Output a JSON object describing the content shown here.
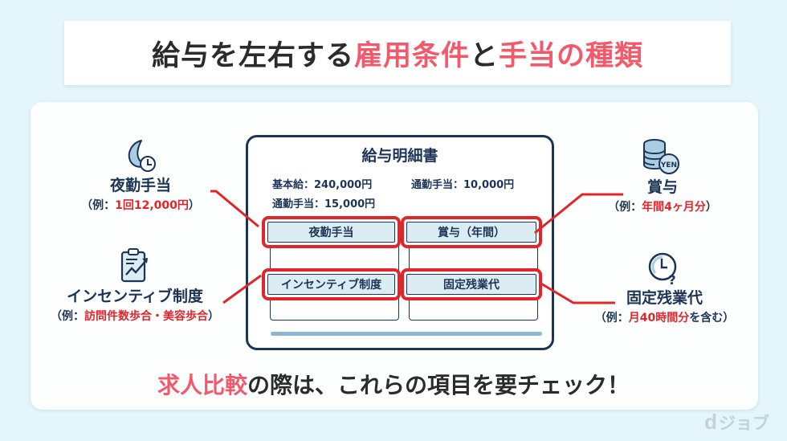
{
  "title": {
    "part1": "給与を左右する",
    "highlight1": "雇用条件",
    "part2": "と",
    "highlight2": "手当の種類"
  },
  "payslip": {
    "title": "給与明細書",
    "lines": [
      "基本給：240,000円",
      "通勤手当：10,000円",
      "通勤手当：15,000円"
    ],
    "items": [
      "夜勤手当",
      "賞与（年間）",
      "インセンティブ制度",
      "固定残業代"
    ]
  },
  "side_items": [
    {
      "icon": "moon-clock-icon",
      "label": "夜勤手当",
      "example_prefix": "（例：",
      "example_highlight": "1回12,000円",
      "example_suffix": "）"
    },
    {
      "icon": "clipboard-chart-icon",
      "label": "インセンティブ制度",
      "example_prefix": "（例：",
      "example_highlight": "訪問件数歩合・美容歩合",
      "example_suffix": "）"
    },
    {
      "icon": "yen-coins-icon",
      "label": "賞与",
      "example_prefix": "（例：",
      "example_highlight": "年間4ヶ月分",
      "example_suffix": "）"
    },
    {
      "icon": "clock-question-icon",
      "label": "固定残業代",
      "example_prefix": "（例：",
      "example_highlight": "月40時間分",
      "example_suffix": "を含む）"
    }
  ],
  "bottom_message": {
    "highlight": "求人比較",
    "rest": "の際は、これらの項目を要チェック！"
  },
  "logo": {
    "mark": "d",
    "text": "ジョブ"
  },
  "colors": {
    "background": "#e4f6fc",
    "accent_pink": "#f2596a",
    "accent_red": "#e0262b",
    "navy": "#1c3556",
    "item_fill": "#dbecf2"
  }
}
